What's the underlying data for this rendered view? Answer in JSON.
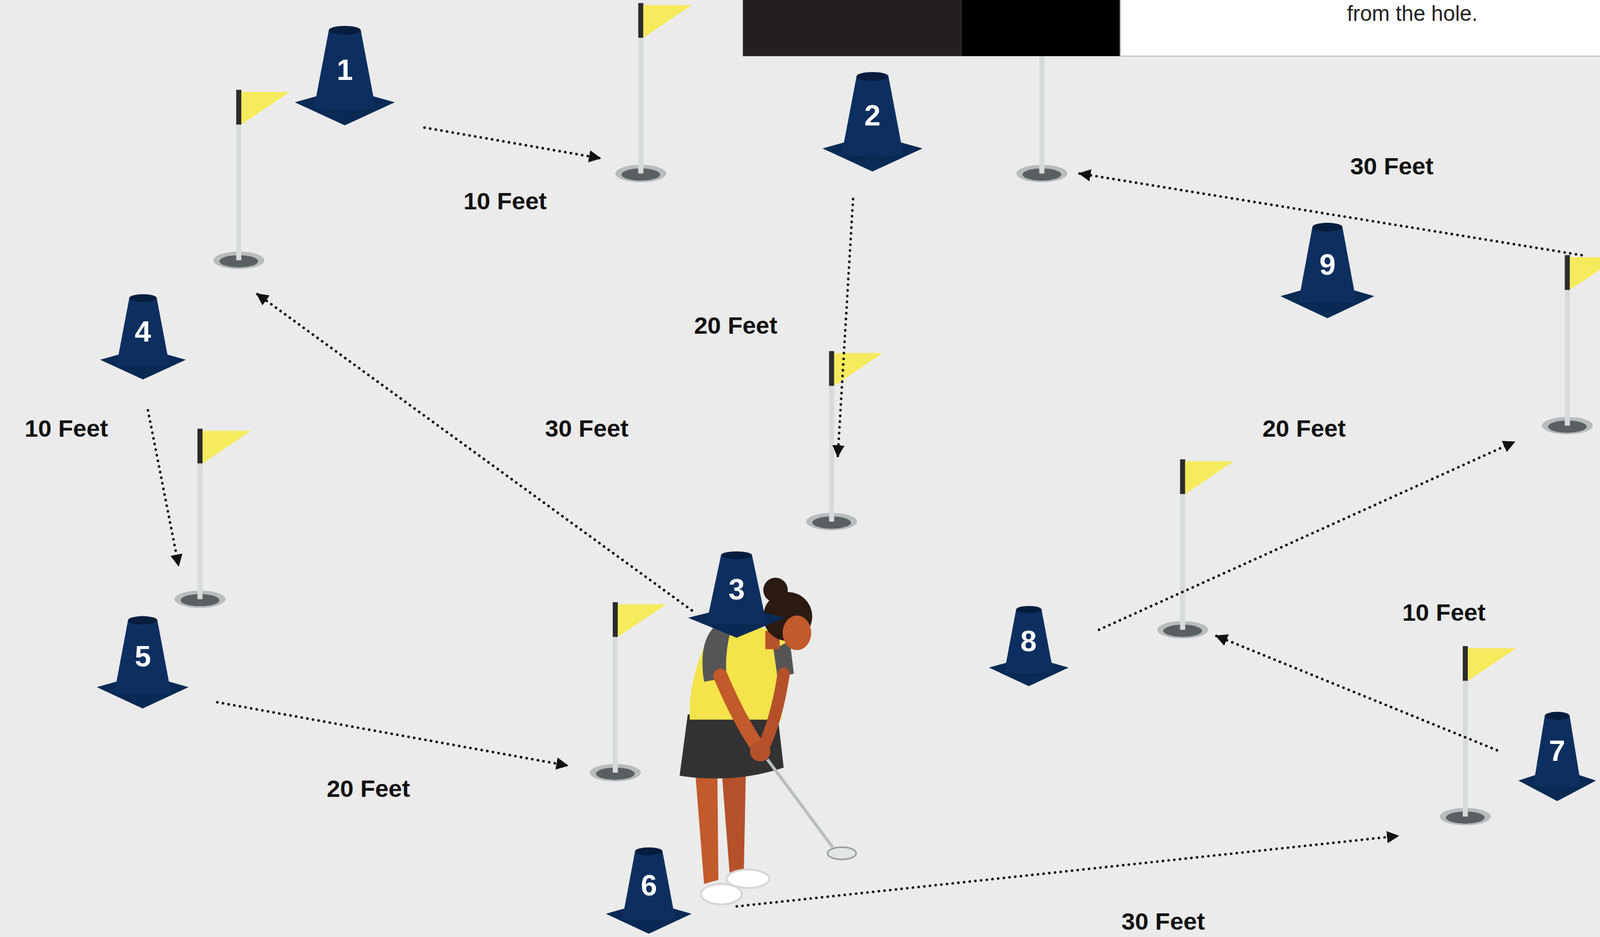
{
  "diagram": {
    "nodes": [
      {
        "text": [
          "1"
        ]
      },
      {
        "text": [
          "2"
        ]
      },
      {
        "text": [
          "3"
        ]
      },
      {
        "text": [
          "4"
        ]
      },
      {
        "text": [
          "5"
        ]
      },
      {
        "text": [
          "6"
        ]
      },
      {
        "text": [
          "7"
        ]
      },
      {
        "text": [
          "8"
        ]
      },
      {
        "text": [
          "9"
        ]
      }
    ],
    "labels": [
      "from the hole.",
      "30 Feet",
      "10 Feet",
      "20 Feet",
      "10 Feet",
      "30 Feet",
      "20 Feet",
      "10 Feet",
      "20 Feet",
      "30 Feet"
    ]
  }
}
